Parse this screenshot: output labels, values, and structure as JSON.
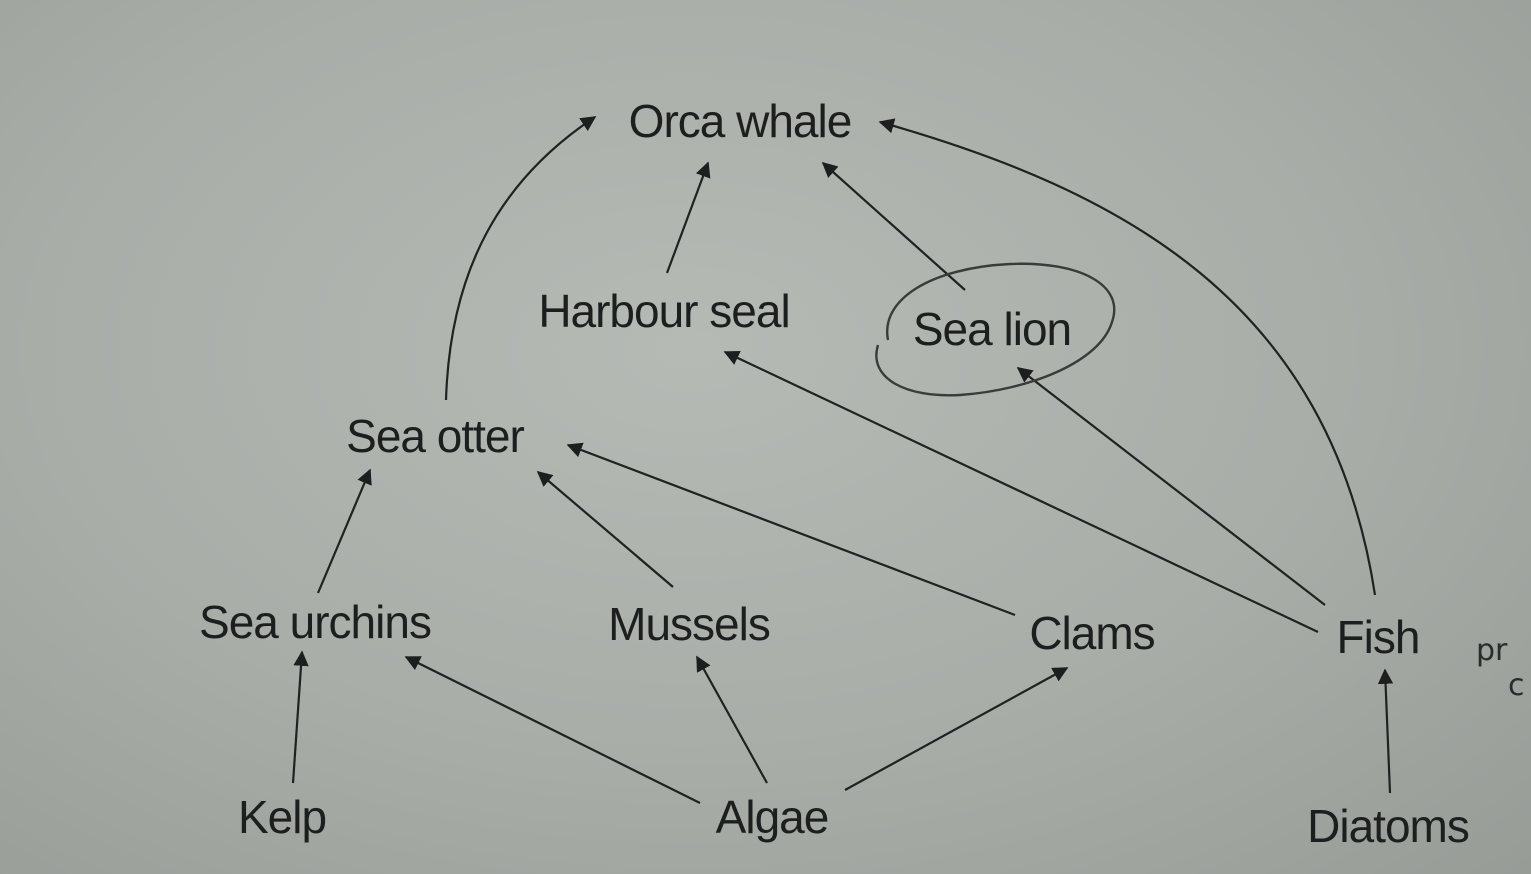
{
  "nodes": {
    "orca": "Orca whale",
    "harbour_seal": "Harbour seal",
    "sea_lion": "Sea lion",
    "sea_otter": "Sea otter",
    "sea_urchins": "Sea urchins",
    "mussels": "Mussels",
    "clams": "Clams",
    "fish": "Fish",
    "kelp": "Kelp",
    "algae": "Algae",
    "diatoms": "Diatoms"
  },
  "edges": [
    {
      "from": "Kelp",
      "to": "Sea urchins"
    },
    {
      "from": "Algae",
      "to": "Sea urchins"
    },
    {
      "from": "Algae",
      "to": "Mussels"
    },
    {
      "from": "Algae",
      "to": "Clams"
    },
    {
      "from": "Diatoms",
      "to": "Fish"
    },
    {
      "from": "Sea urchins",
      "to": "Sea otter"
    },
    {
      "from": "Mussels",
      "to": "Sea otter"
    },
    {
      "from": "Clams",
      "to": "Sea otter"
    },
    {
      "from": "Fish",
      "to": "Harbour seal"
    },
    {
      "from": "Fish",
      "to": "Sea lion"
    },
    {
      "from": "Fish",
      "to": "Orca whale"
    },
    {
      "from": "Sea otter",
      "to": "Orca whale"
    },
    {
      "from": "Harbour seal",
      "to": "Orca whale"
    },
    {
      "from": "Sea lion",
      "to": "Orca whale"
    }
  ],
  "annotations": {
    "circled_node": "Sea lion",
    "margin_note_line1": "pr",
    "margin_note_line2": "c"
  }
}
